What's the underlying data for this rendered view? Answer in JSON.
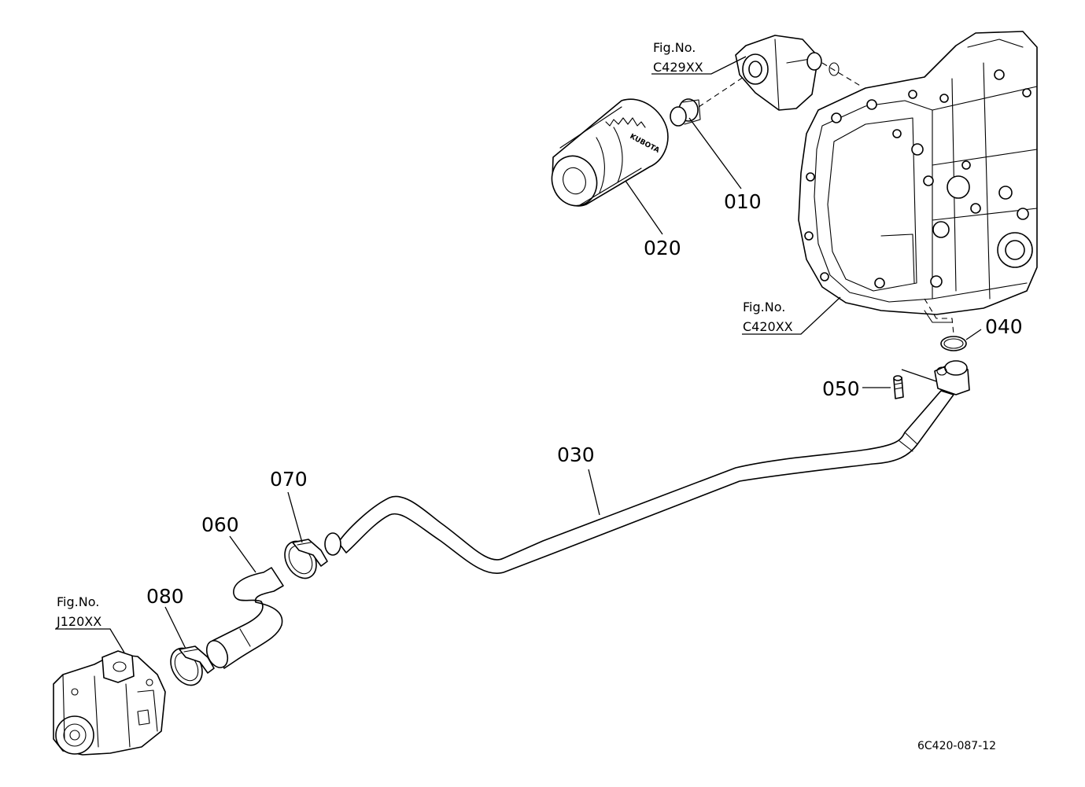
{
  "callouts": {
    "p010": "010",
    "p020": "020",
    "p030": "030",
    "p040": "040",
    "p050": "050",
    "p060": "060",
    "p070": "070",
    "p080": "080"
  },
  "figure_refs": {
    "transmission_top": {
      "label": "Fig.No.",
      "code": "C429XX"
    },
    "transmission_case": {
      "label": "Fig.No.",
      "code": "C420XX"
    },
    "pump": {
      "label": "Fig.No.",
      "code": "J120XX"
    }
  },
  "drawing_code": "6C420-087-12",
  "filter_brand_mark": "KUBOTA"
}
